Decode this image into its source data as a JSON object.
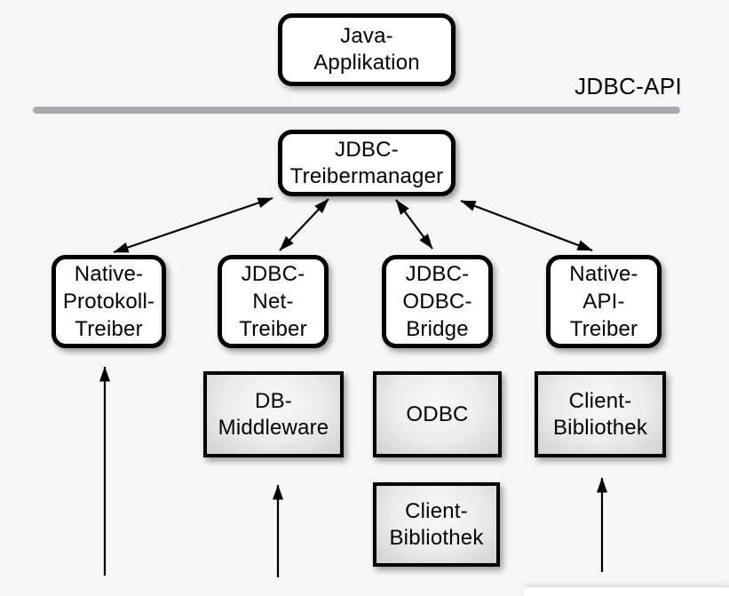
{
  "colors": {
    "background": "#f7f7f8",
    "box_fill": "#ffffff",
    "box_border": "#000000",
    "gray_box_light": "#f9f9f9",
    "gray_box_dark": "#d0d0d0",
    "divider_line": "#a8a8ad",
    "arrow": "#000000"
  },
  "labels": {
    "api": "JDBC-API"
  },
  "nodes": {
    "java_application": {
      "label": "Java-\nApplikation"
    },
    "jdbc_treibermanager": {
      "label": "JDBC-\nTreibermanager"
    },
    "native_protokoll_treiber": {
      "label": "Native-\nProtokoll-\nTreiber"
    },
    "jdbc_net_treiber": {
      "label": "JDBC-\nNet-\nTreiber"
    },
    "jdbc_odbc_bridge": {
      "label": "JDBC-\nODBC-\nBridge"
    },
    "native_api_treiber": {
      "label": "Native-\nAPI-\nTreiber"
    },
    "db_middleware": {
      "label": "DB-\nMiddleware"
    },
    "odbc": {
      "label": "ODBC"
    },
    "client_bibliothek_right": {
      "label": "Client-\nBibliothek"
    },
    "client_bibliothek_bottom": {
      "label": "Client-\nBibliothek"
    }
  },
  "edges": [
    {
      "from": "jdbc_treibermanager",
      "to": "native_protokoll_treiber",
      "direction": "both"
    },
    {
      "from": "jdbc_treibermanager",
      "to": "jdbc_net_treiber",
      "direction": "both"
    },
    {
      "from": "jdbc_treibermanager",
      "to": "jdbc_odbc_bridge",
      "direction": "both"
    },
    {
      "from": "jdbc_treibermanager",
      "to": "native_api_treiber",
      "direction": "both"
    },
    {
      "from": "below",
      "to": "native_protokoll_treiber",
      "direction": "up"
    },
    {
      "from": "below",
      "to": "db_middleware",
      "direction": "up"
    },
    {
      "from": "below",
      "to": "client_bibliothek_right",
      "direction": "up"
    }
  ]
}
